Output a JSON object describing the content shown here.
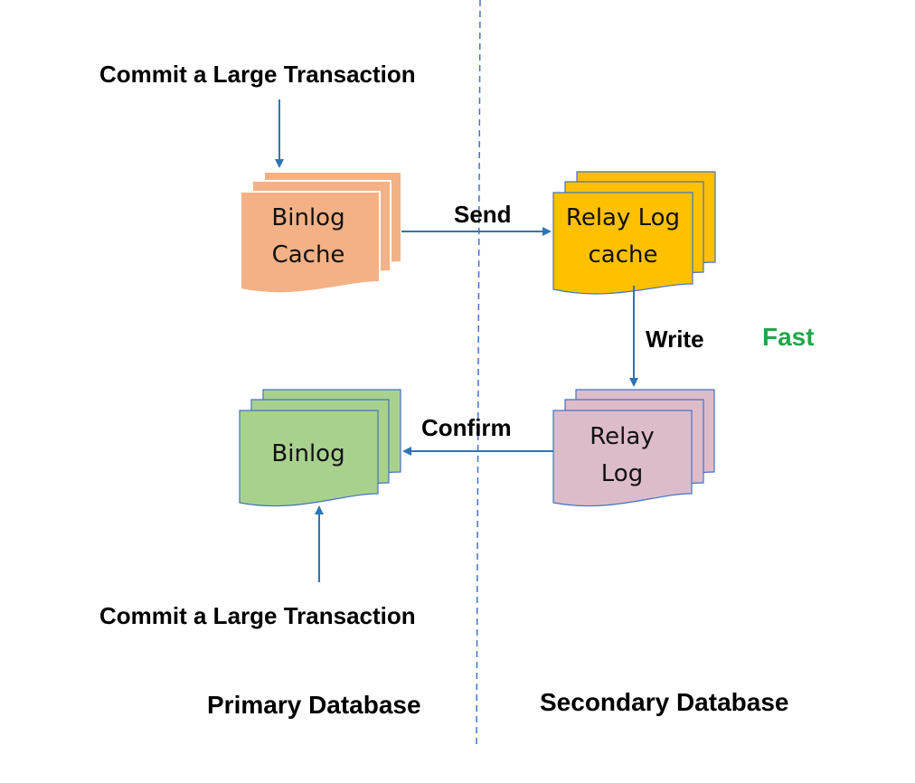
{
  "labels": {
    "commit_top": "Commit a Large Transaction",
    "commit_bottom": "Commit a Large Transaction",
    "send": "Send",
    "write": "Write",
    "confirm": "Confirm",
    "fast": "Fast",
    "primary": "Primary Database",
    "secondary": "Secondary Database"
  },
  "nodes": {
    "binlog_cache": {
      "line1": "Binlog",
      "line2": "Cache"
    },
    "relay_log_cache": {
      "line1": "Relay Log",
      "line2": "cache"
    },
    "binlog": {
      "line1": "Binlog"
    },
    "relay_log": {
      "line1": "Relay",
      "line2": "Log"
    }
  },
  "colors": {
    "binlog_cache_fill": "#F3B185",
    "binlog_cache_stroke": "#F3B185",
    "relay_cache_fill": "#FFC000",
    "relay_cache_stroke": "#4472C4",
    "binlog_fill": "#A9D18E",
    "binlog_stroke": "#4472C4",
    "relay_log_fill": "#DDBCCA",
    "relay_log_stroke": "#4472C4",
    "arrow": "#2E75B6",
    "divider": "#4472C4",
    "fast": "#21A64B"
  }
}
